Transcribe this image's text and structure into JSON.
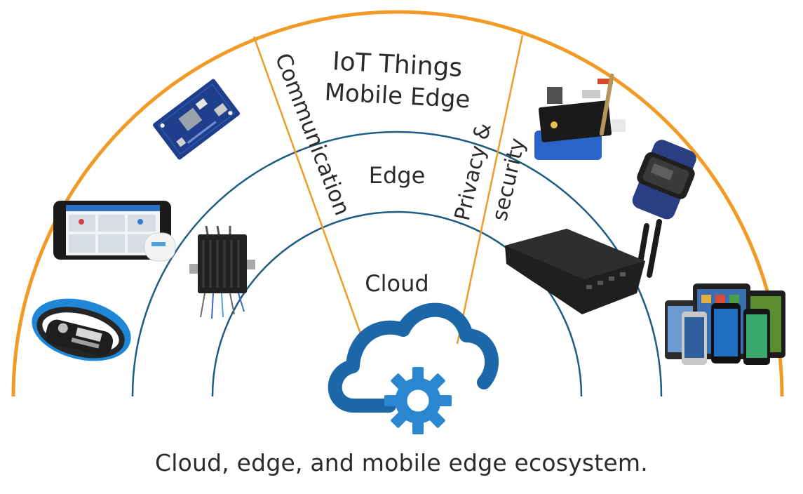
{
  "labels": {
    "iot_things": "IoT Things",
    "mobile_edge": "Mobile Edge",
    "edge": "Edge",
    "cloud": "Cloud",
    "communication": "Communication",
    "privacy": "Privacy &",
    "security": "security"
  },
  "caption": "Cloud, edge, and mobile edge ecosystem.",
  "colors": {
    "outer_arc": "#f29a26",
    "inner_arcs": "#1d5d82",
    "divider_lines": "#f29a26",
    "cloud_icon": "#1c67a8",
    "gear_icon": "#2a86cf",
    "text": "#2b2b2b"
  },
  "devices": [
    {
      "icon": "circuit-board-icon"
    },
    {
      "icon": "smartphone-app-icon"
    },
    {
      "icon": "wristband-icon"
    },
    {
      "icon": "gateway-box-icon"
    },
    {
      "icon": "sensor-kit-icon"
    },
    {
      "icon": "smartwatch-icon"
    },
    {
      "icon": "wifi-router-icon"
    },
    {
      "icon": "tablets-phones-icon"
    }
  ]
}
